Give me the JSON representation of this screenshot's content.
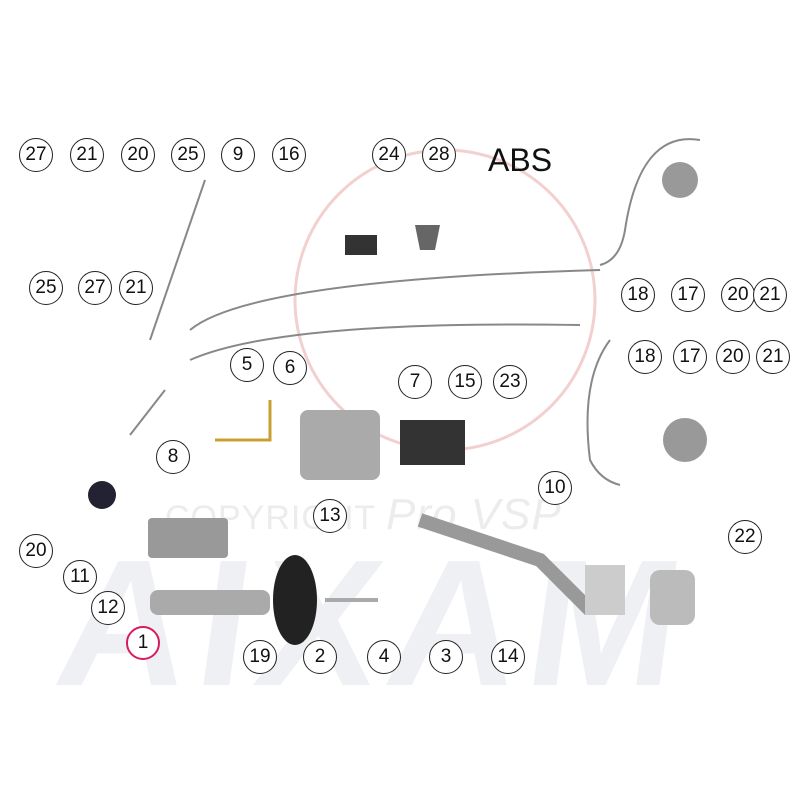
{
  "title": "ABS",
  "watermark": {
    "copyright": "COPYRIGHT",
    "brand": "Pro VSP",
    "logo": "AIXAM"
  },
  "callouts": [
    "27",
    "21",
    "20",
    "25",
    "9",
    "16",
    "24",
    "28",
    "18",
    "17",
    "20",
    "21",
    "25",
    "27",
    "21",
    "5",
    "6",
    "7",
    "15",
    "23",
    "18",
    "17",
    "20",
    "21",
    "8",
    "10",
    "13",
    "22",
    "20",
    "11",
    "12",
    "1",
    "19",
    "2",
    "4",
    "3",
    "14"
  ],
  "highlight_color": "#d81b60"
}
